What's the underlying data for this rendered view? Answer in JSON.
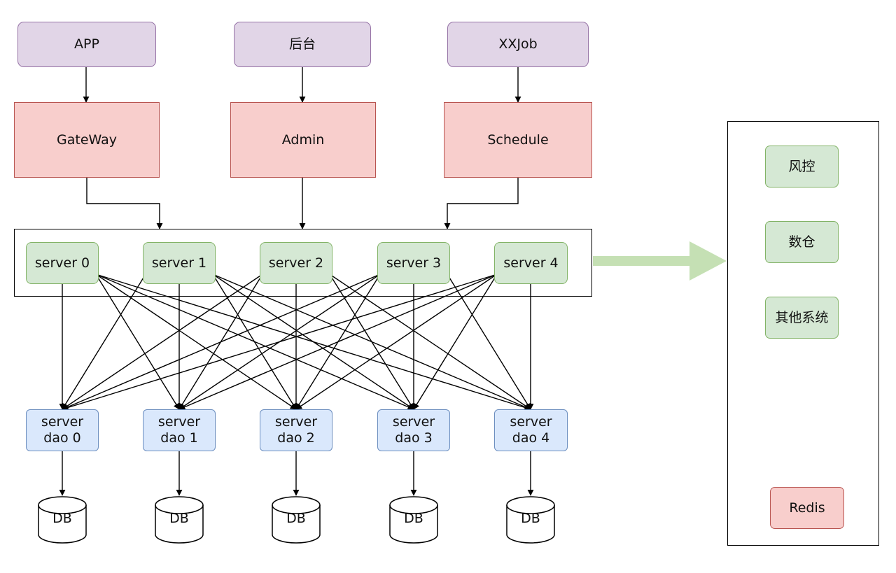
{
  "clients": [
    {
      "id": "app",
      "label": "APP"
    },
    {
      "id": "backoffice",
      "label": "后台"
    },
    {
      "id": "xxjob",
      "label": "XXJob"
    }
  ],
  "services": [
    {
      "id": "gateway",
      "label": "GateWay"
    },
    {
      "id": "admin",
      "label": "Admin"
    },
    {
      "id": "schedule",
      "label": "Schedule"
    }
  ],
  "servers": [
    {
      "label": "server 0"
    },
    {
      "label": "server 1"
    },
    {
      "label": "server 2"
    },
    {
      "label": "server 3"
    },
    {
      "label": "server 4"
    }
  ],
  "daos": [
    {
      "line1": "server",
      "line2": "dao 0"
    },
    {
      "line1": "server",
      "line2": "dao 1"
    },
    {
      "line1": "server",
      "line2": "dao 2"
    },
    {
      "line1": "server",
      "line2": "dao 3"
    },
    {
      "line1": "server",
      "line2": "dao 4"
    }
  ],
  "databases": [
    {
      "label": "DB"
    },
    {
      "label": "DB"
    },
    {
      "label": "DB"
    },
    {
      "label": "DB"
    },
    {
      "label": "DB"
    }
  ],
  "side_panel": {
    "items": [
      {
        "label": "风控"
      },
      {
        "label": "数仓"
      },
      {
        "label": "其他系统"
      }
    ],
    "cache": {
      "label": "Redis"
    }
  },
  "colors": {
    "client_fill": "#e1d5e7",
    "client_stroke": "#9673a6",
    "service_fill": "#f8cecc",
    "service_stroke": "#b85450",
    "server_fill": "#d5e8d4",
    "server_stroke": "#82b366",
    "dao_fill": "#dae8fc",
    "dao_stroke": "#6c8ebf",
    "big_arrow": "#c5e0b4"
  }
}
